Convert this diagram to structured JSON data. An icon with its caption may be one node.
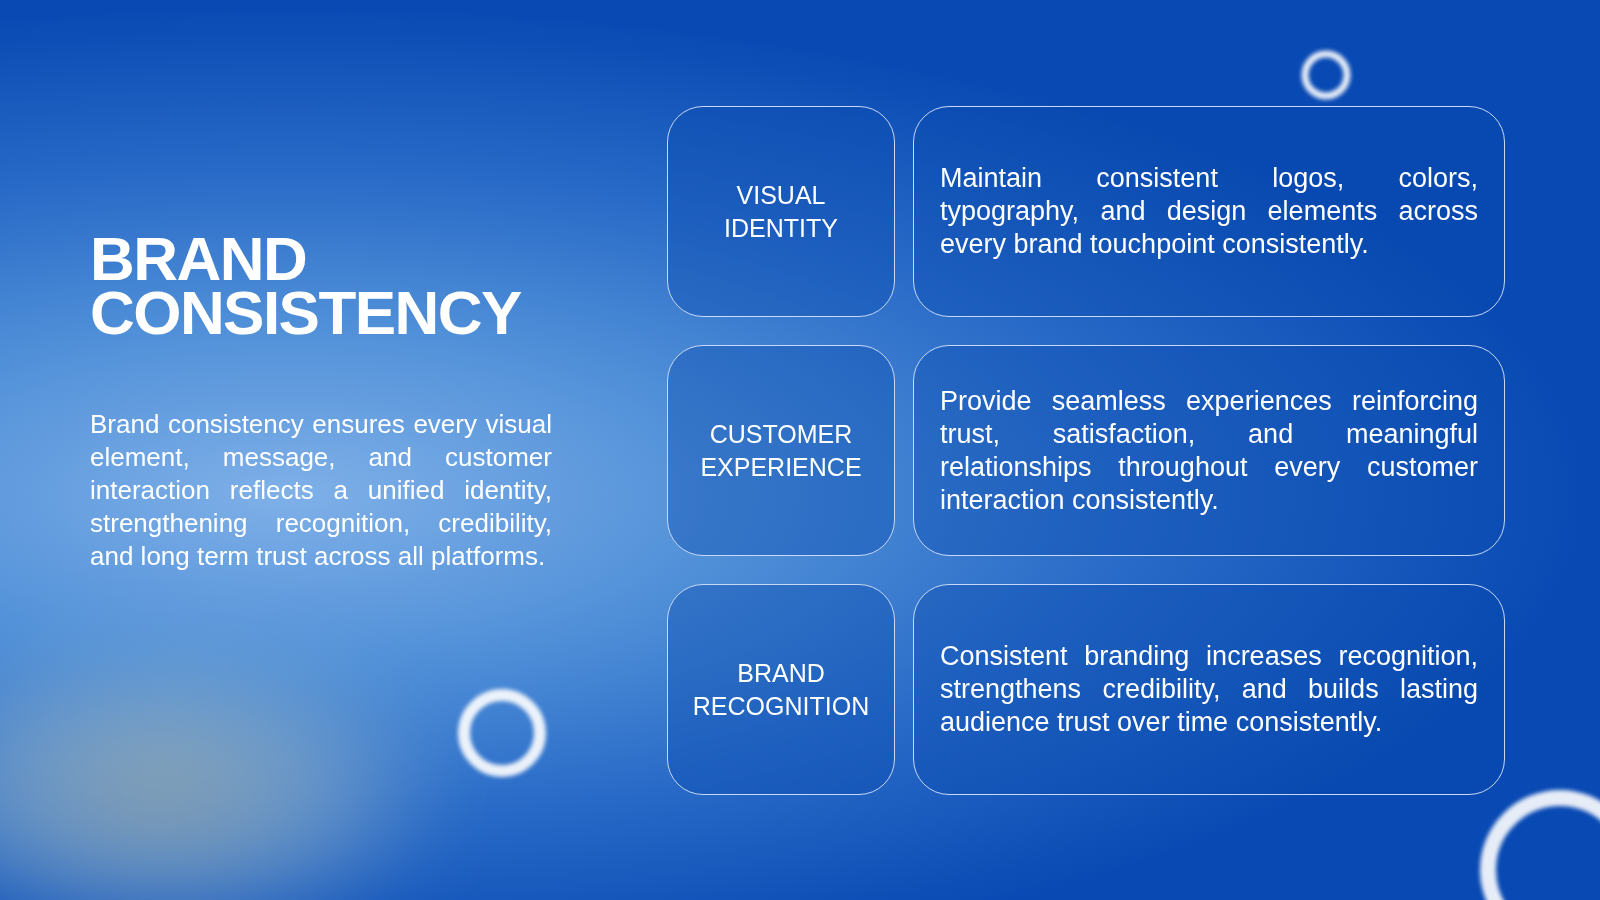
{
  "diagram": {
    "title": "BRAND CONSISTENCY",
    "nodes": [
      {
        "text": [
          "VISUAL IDENTITY"
        ]
      },
      {
        "text": [
          "Maintain consistent logos, colors, typography, and design elements across every brand touchpoint consistently."
        ]
      },
      {
        "text": [
          "CUSTOMER EXPERIENCE"
        ]
      },
      {
        "text": [
          "Provide seamless experiences reinforcing trust, satisfaction, and meaningful relationships throughout every customer interaction consistently."
        ]
      },
      {
        "text": [
          "BRAND RECOGNITION"
        ]
      },
      {
        "text": [
          "Consistent branding increases recognition, strengthens credibility, and builds lasting audience trust over time consistently."
        ]
      }
    ],
    "labels": [
      "Brand consistency ensures every visual element, message, and customer interaction reflects a unified identity, strengthening recognition, credibility, and long term trust across all platforms."
    ]
  }
}
